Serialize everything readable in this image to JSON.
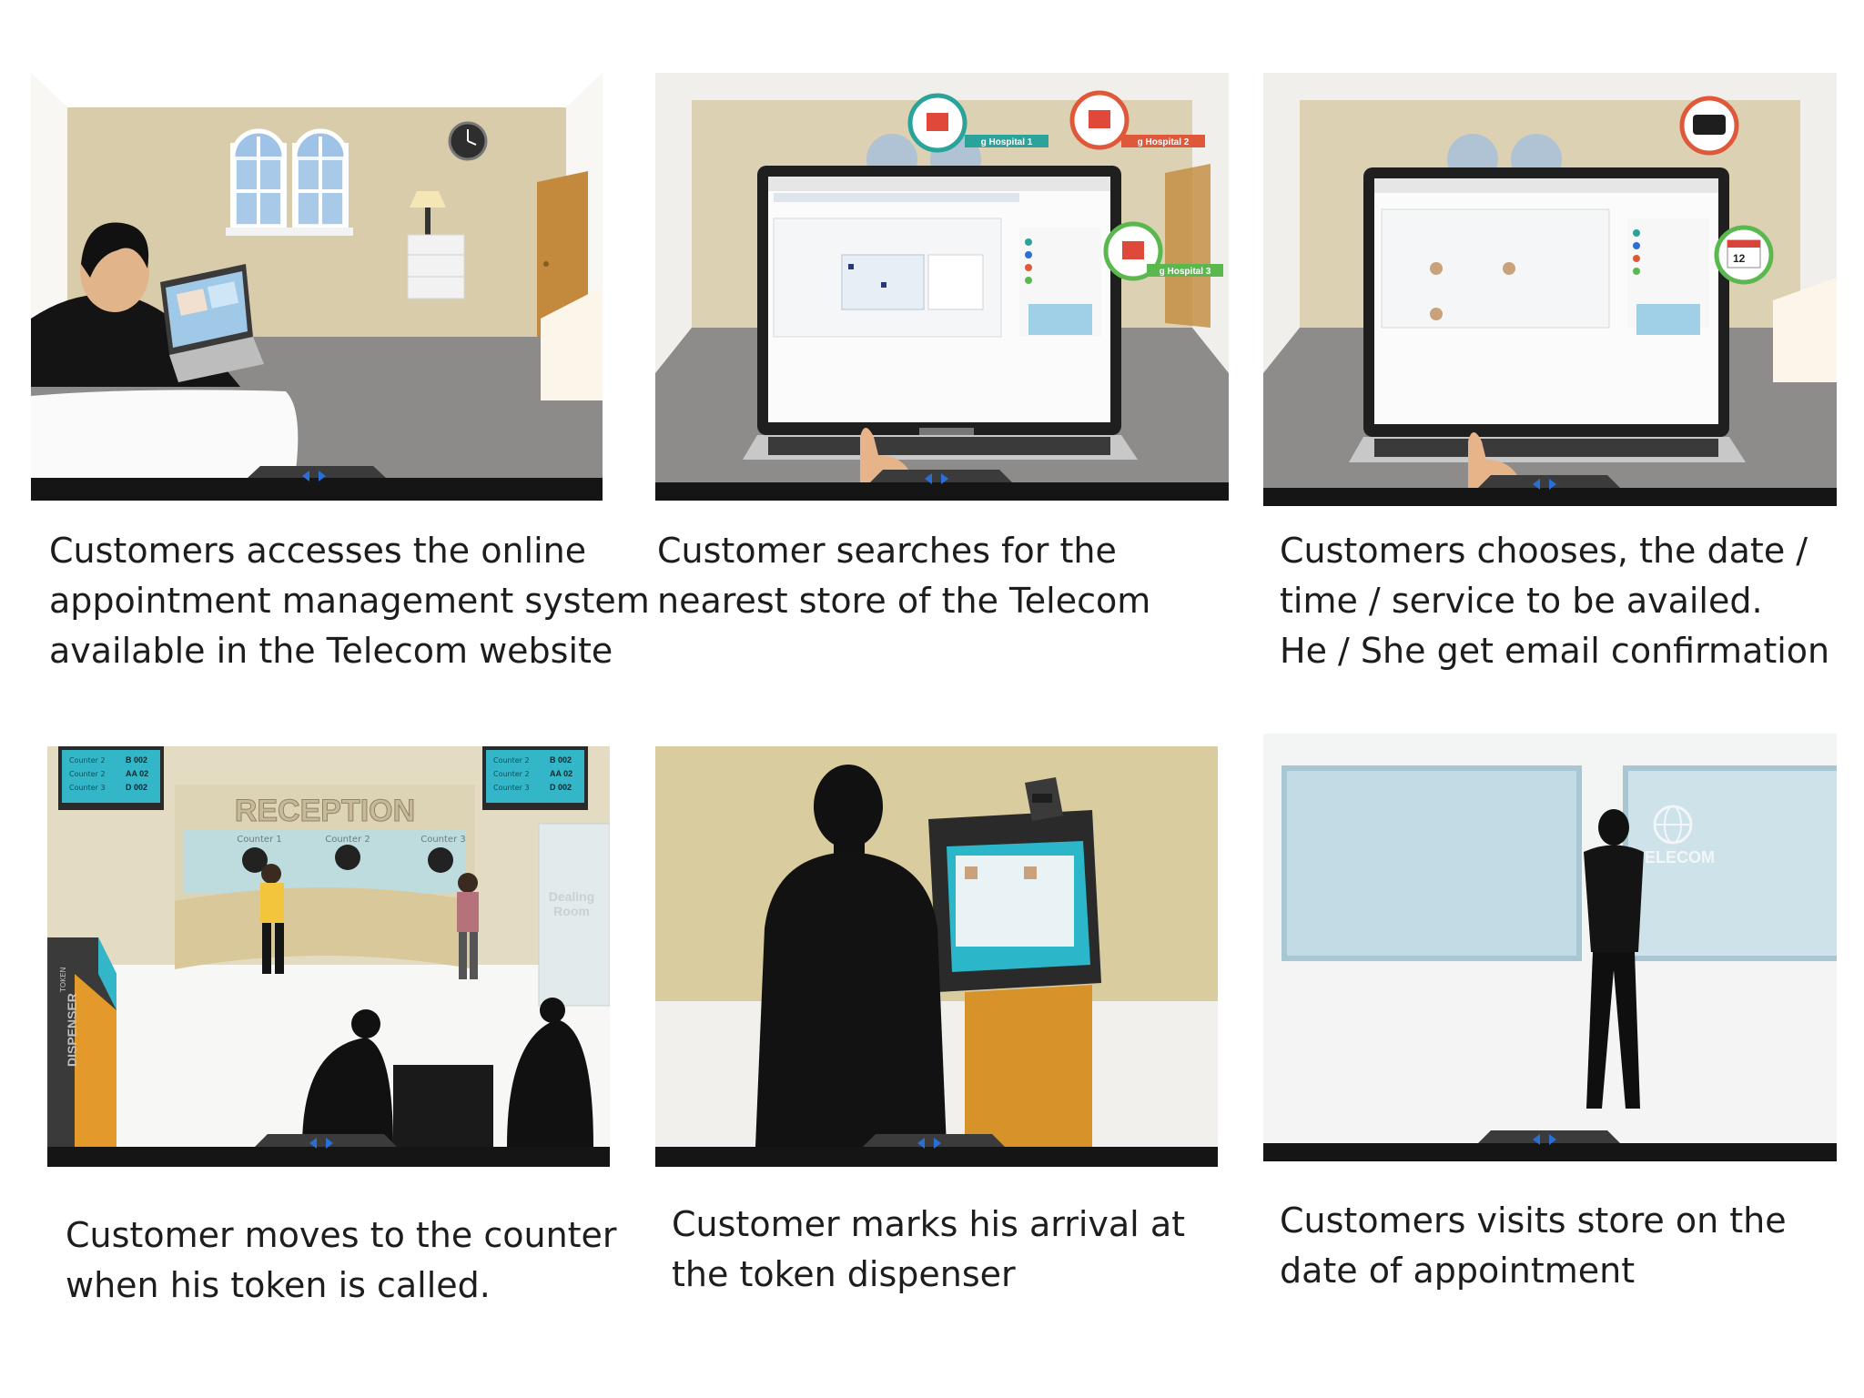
{
  "panels": [
    {
      "caption": [
        "Customers accesses the online",
        "appointment management system",
        "available in the Telecom website"
      ]
    },
    {
      "caption": [
        "Customer searches for the",
        "nearest store of the Telecom"
      ],
      "pins": [
        "g Hospital 1",
        "g Hospital 2",
        "g Hospital 3"
      ]
    },
    {
      "caption": [
        "Customers chooses, the date /",
        "time / service to be availed.",
        "He / She get email confirmation"
      ],
      "calendar_day": "12"
    },
    {
      "caption": [
        "Customer moves to the counter",
        "when his token is called."
      ],
      "sign": "RECEPTION",
      "counters": [
        "Counter 1",
        "Counter 2",
        "Counter 3"
      ],
      "display_rows": [
        {
          "counter": "Counter 2",
          "token": "B 002"
        },
        {
          "counter": "Counter 2",
          "token": "AA 02"
        },
        {
          "counter": "Counter 3",
          "token": "D 002"
        }
      ],
      "dispenser": "DISPENSER",
      "token_word": "TOKEN",
      "room": [
        "Dealing",
        "Room"
      ]
    },
    {
      "caption": [
        "Customer marks his arrival at",
        "the token dispenser"
      ]
    },
    {
      "caption": [
        "Customers visits store on the",
        "date of appointment"
      ],
      "store_sign": "TELECOM"
    }
  ],
  "icons": [
    "chevron-left-icon",
    "chevron-right-icon",
    "map-pin-icon",
    "calendar-icon",
    "wallet-icon",
    "globe-icon",
    "clock-icon",
    "printer-icon"
  ],
  "colors": {
    "wall": "#d9ccab",
    "floor": "#8d8b8a",
    "bar": "#151515",
    "nav_arrow": "#2a6fd6",
    "pin_teal": "#2aa39a",
    "pin_orange": "#e0583a",
    "pin_green": "#5bb84e",
    "screen_teal": "#2bb6c9",
    "dispenser_orange": "#e39a2a"
  }
}
